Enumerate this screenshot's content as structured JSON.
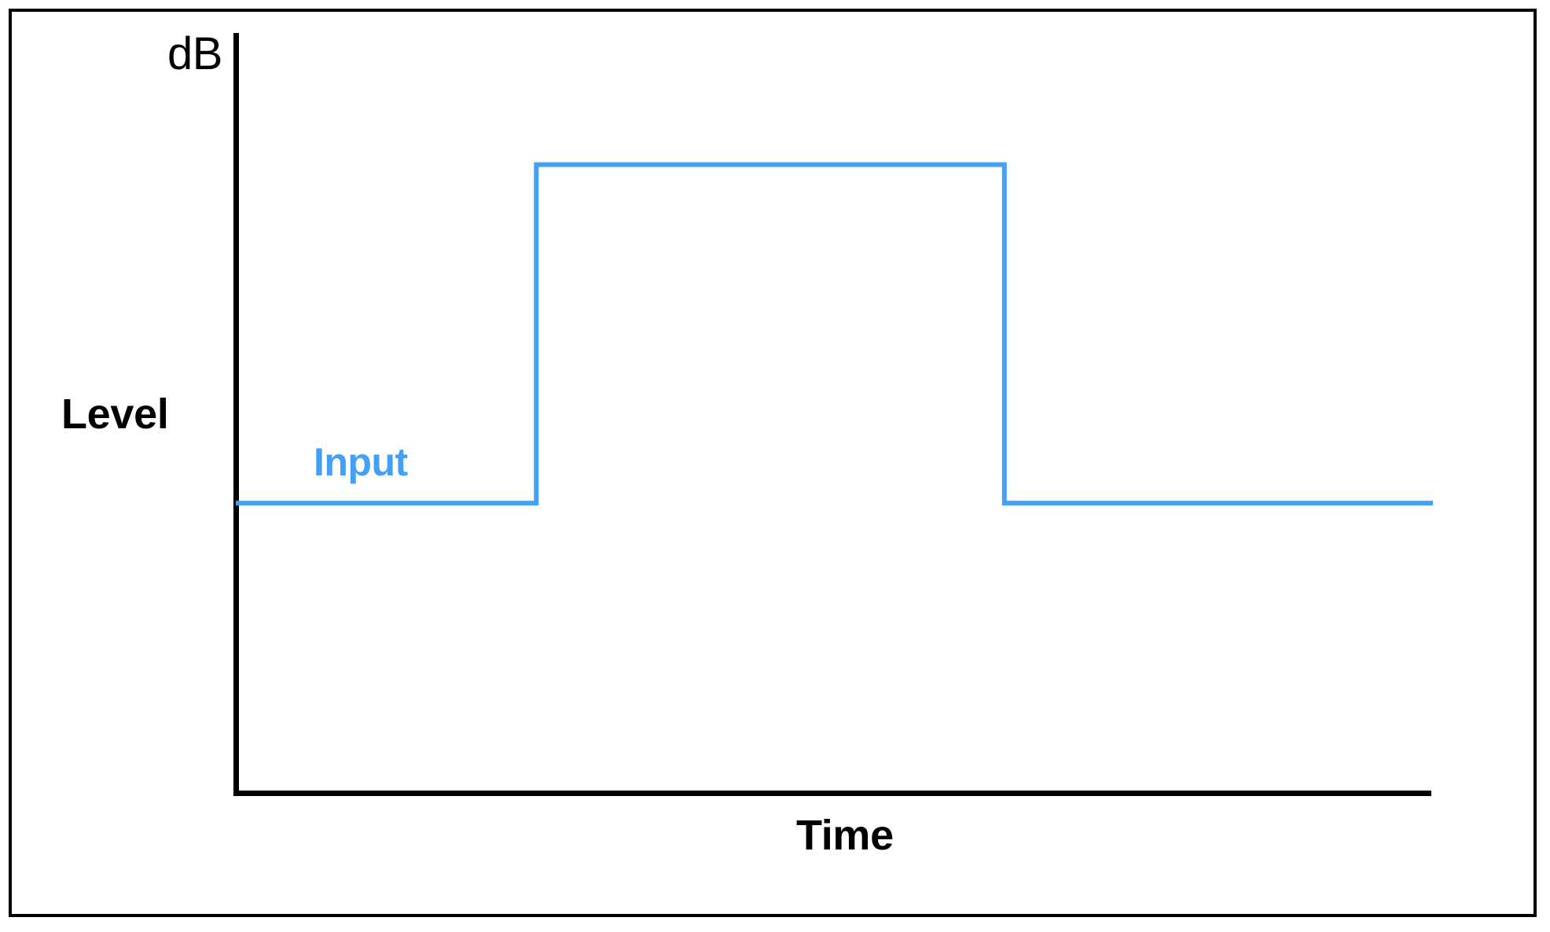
{
  "figure": {
    "background_color": "#ffffff",
    "border_color": "#000000",
    "axis_color": "#000000"
  },
  "axes": {
    "y_unit_label": "dB",
    "y_axis_label": "Level",
    "x_axis_label": "Time"
  },
  "legend": {
    "input_label": "Input",
    "input_color": "#42a0f5"
  },
  "chart_data": {
    "type": "line",
    "title": "",
    "xlabel": "Time",
    "ylabel": "Level",
    "y_unit": "dB",
    "grid": false,
    "legend_position": "inline-above-line",
    "axis_ranges": {
      "x": [
        0,
        100
      ],
      "y": [
        0,
        100
      ]
    },
    "series": [
      {
        "name": "Input",
        "color": "#42a0f5",
        "style": "step",
        "description": "Step signal: low level, abrupt rise to high level, sustained plateau, abrupt fall back to low level",
        "x": [
          0,
          25.1,
          25.1,
          64.2,
          64.2,
          100
        ],
        "y": [
          38.2,
          38.2,
          82.7,
          82.7,
          38.2,
          38.2
        ],
        "levels": {
          "low": 38.2,
          "high": 82.7
        },
        "transitions": {
          "rise_at_x": 25.1,
          "fall_at_x": 64.2
        }
      }
    ]
  }
}
